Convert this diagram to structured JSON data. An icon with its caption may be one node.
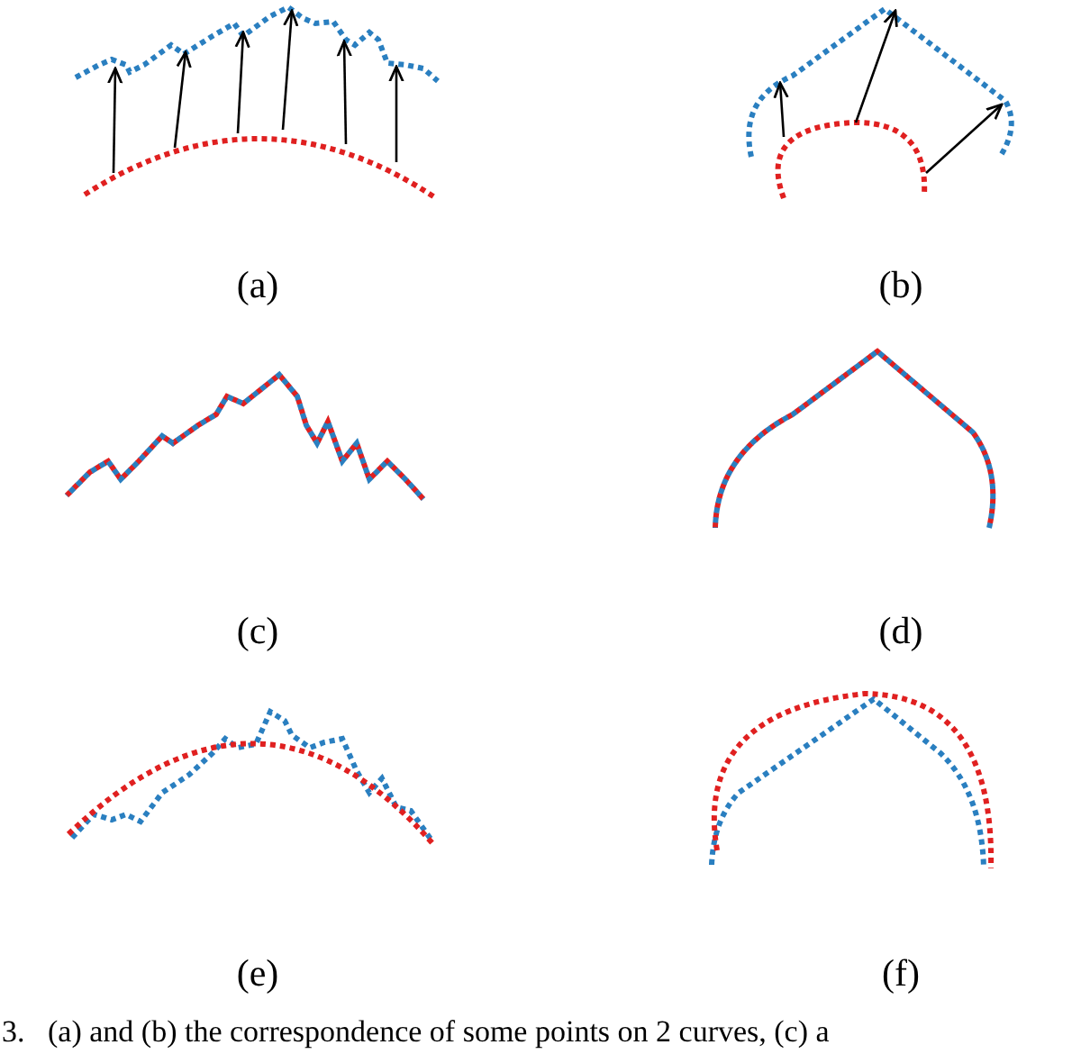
{
  "diagram": {
    "caption": "3.   (a) and (b) the correspondence of some points on 2 curves, (c) a",
    "labels": [
      "(a)",
      "(b)",
      "(c)",
      "(d)",
      "(e)",
      "(f)"
    ]
  }
}
